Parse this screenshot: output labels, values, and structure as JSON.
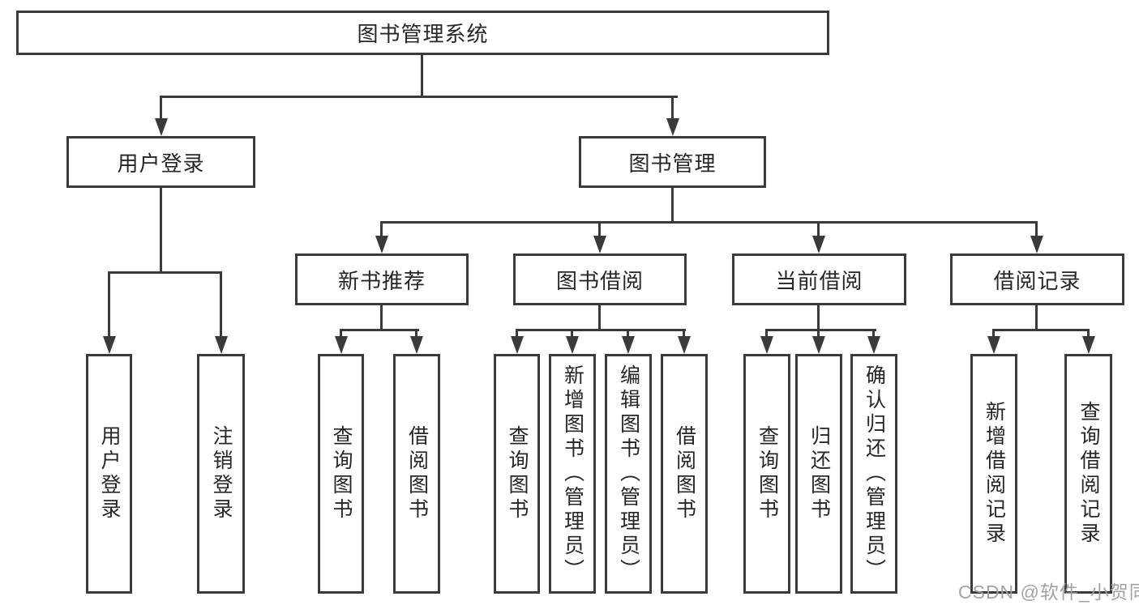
{
  "title": "图书管理系统",
  "watermark": {
    "text": "CSDN @软件_小贺同学"
  },
  "colors": {
    "line": "#3a3a3a",
    "border": "#3a3a3a",
    "text": "#262626",
    "background": "#ffffff",
    "watermark": "#9e9e9e"
  },
  "tree": {
    "label": "图书管理系统",
    "children": [
      {
        "label": "用户登录",
        "children": [
          {
            "label": "用户登录"
          },
          {
            "label": "注销登录"
          }
        ]
      },
      {
        "label": "图书管理",
        "children": [
          {
            "label": "新书推荐",
            "children": [
              {
                "label": "查询图书"
              },
              {
                "label": "借阅图书"
              }
            ]
          },
          {
            "label": "图书借阅",
            "children": [
              {
                "label": "查询图书"
              },
              {
                "label": "新增图书（管理员）"
              },
              {
                "label": "编辑图书（管理员）"
              },
              {
                "label": "借阅图书"
              }
            ]
          },
          {
            "label": "当前借阅",
            "children": [
              {
                "label": "查询图书"
              },
              {
                "label": "归还图书"
              },
              {
                "label": "确认归还（管理员）"
              }
            ]
          },
          {
            "label": "借阅记录",
            "children": [
              {
                "label": "新增借阅记录"
              },
              {
                "label": "查询借阅记录"
              }
            ]
          }
        ]
      }
    ]
  }
}
